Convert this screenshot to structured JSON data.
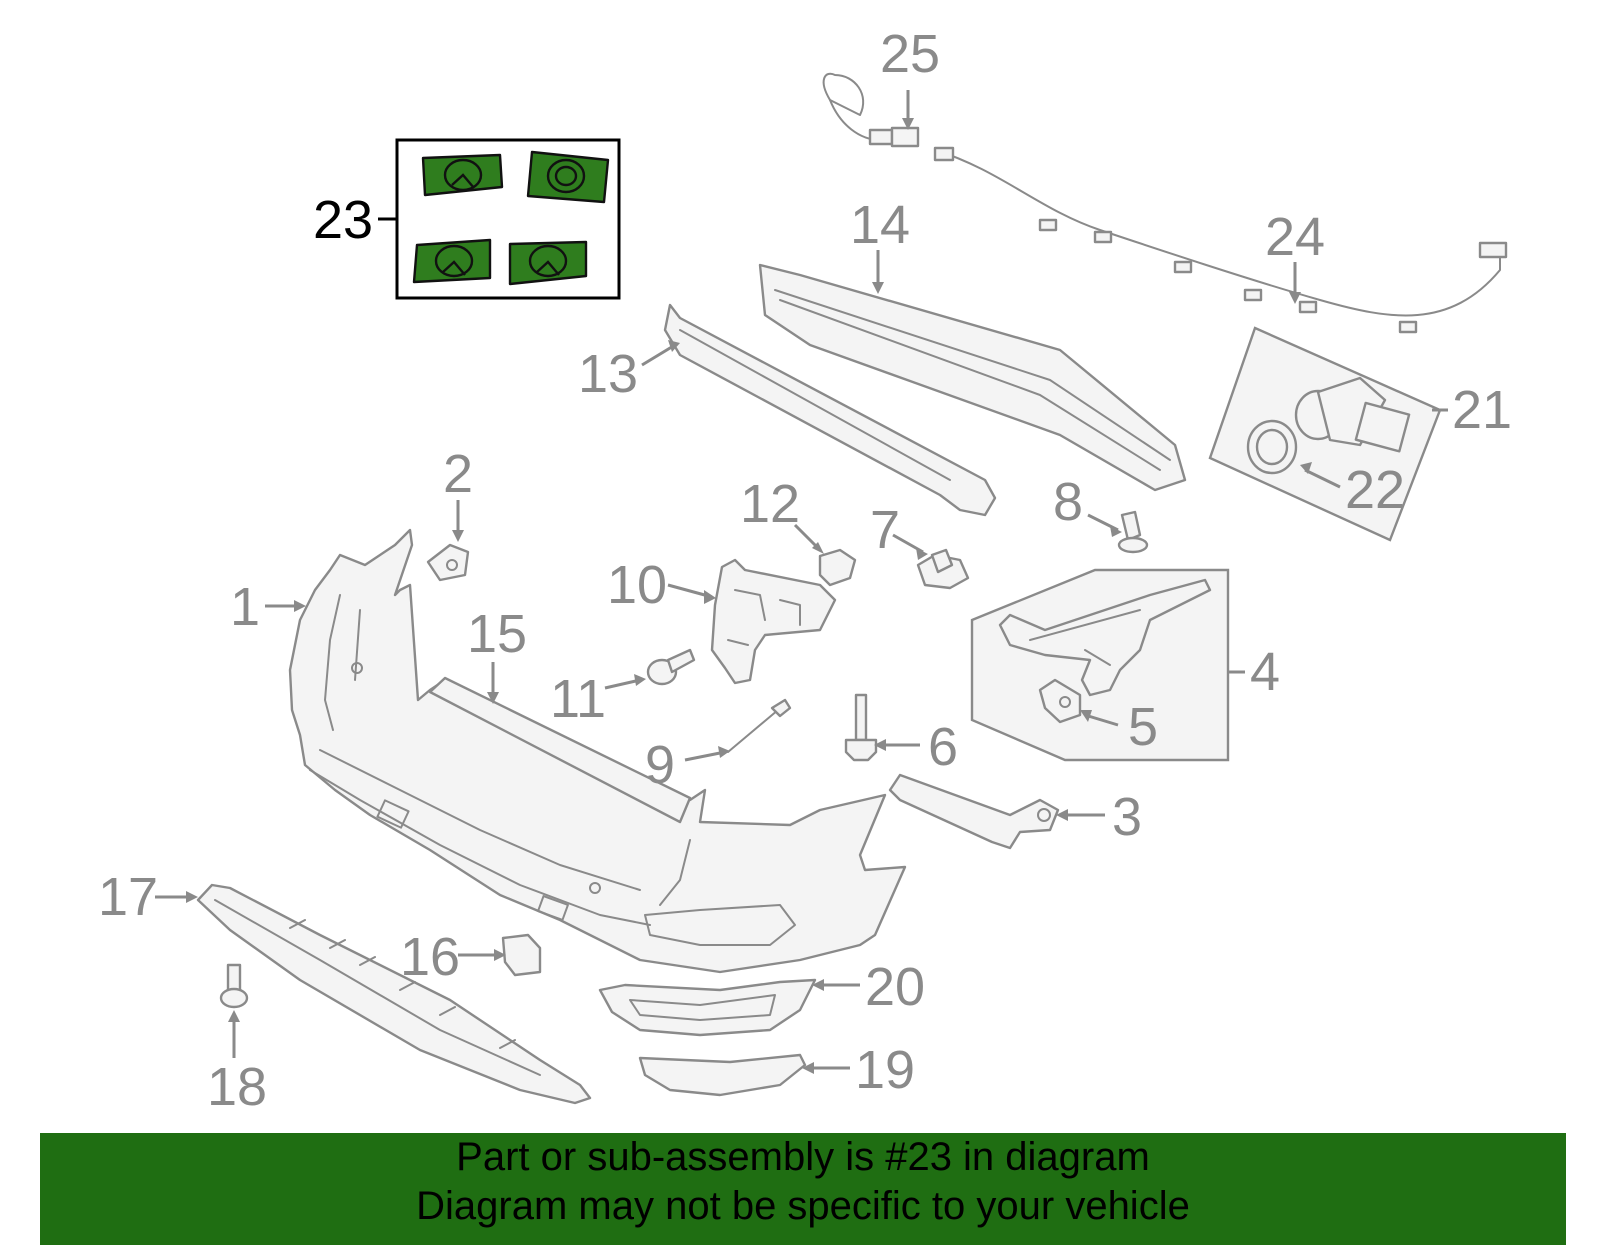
{
  "diagram": {
    "highlighted_part": "23",
    "callouts": {
      "c1": "1",
      "c2": "2",
      "c3": "3",
      "c4": "4",
      "c5": "5",
      "c6": "6",
      "c7": "7",
      "c8": "8",
      "c9": "9",
      "c10": "10",
      "c11": "11",
      "c12": "12",
      "c13": "13",
      "c14": "14",
      "c15": "15",
      "c16": "16",
      "c17": "17",
      "c18": "18",
      "c19": "19",
      "c20": "20",
      "c21": "21",
      "c22": "22",
      "c23": "23",
      "c24": "24",
      "c25": "25"
    },
    "colors": {
      "highlight": "#2f7d1e",
      "banner": "#1f6e12",
      "line": "#8a8a8a"
    }
  },
  "banner": {
    "line1": "Part or sub-assembly is #23 in diagram",
    "line2": "Diagram may not be specific to your vehicle"
  }
}
